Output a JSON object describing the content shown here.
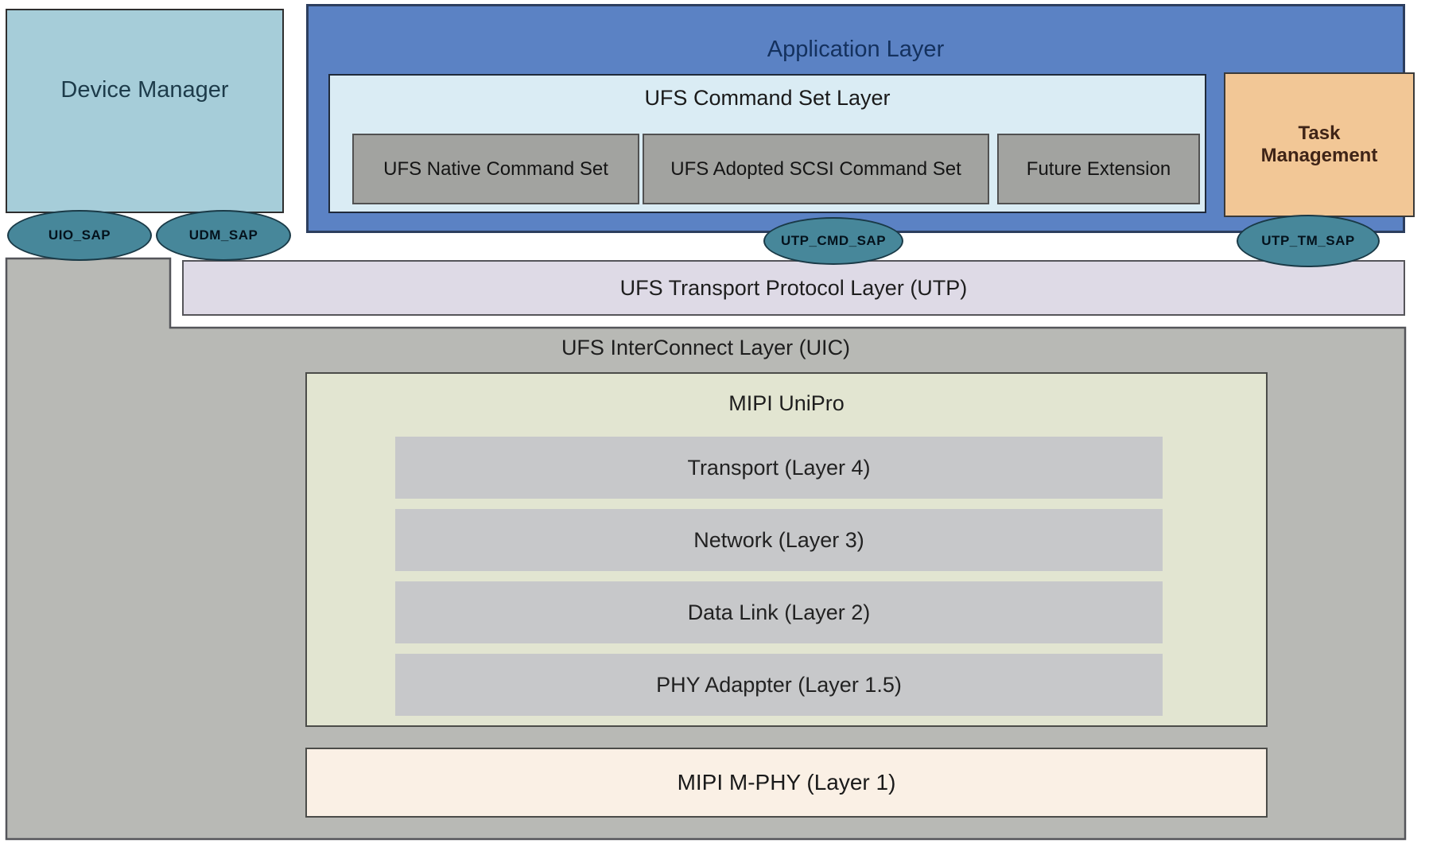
{
  "colors": {
    "device_manager_fill": "#a6cdd9",
    "application_layer_fill": "#5b82c4",
    "command_set_layer_fill": "#daecf4",
    "command_box_fill": "#a2a3a0",
    "task_management_fill": "#f2c796",
    "sap_ellipse_fill": "#47879a",
    "utp_fill": "#dedae6",
    "uic_fill": "#b8b9b5",
    "unipro_fill": "#e2e5d1",
    "unipro_row_fill": "#c7c8ca",
    "mphy_fill": "#faf0e5"
  },
  "device_manager": {
    "label": "Device Manager"
  },
  "application_layer": {
    "label": "Application Layer"
  },
  "command_set_layer": {
    "label": "UFS Command Set Layer"
  },
  "command_sets": [
    {
      "label": "UFS Native Command Set"
    },
    {
      "label": "UFS Adopted SCSI Command Set"
    },
    {
      "label": "Future Extension"
    }
  ],
  "task_management": {
    "label": "Task Management"
  },
  "saps": [
    {
      "label": "UIO_SAP"
    },
    {
      "label": "UDM_SAP"
    },
    {
      "label": "UTP_CMD_SAP"
    },
    {
      "label": "UTP_TM_SAP"
    }
  ],
  "utp": {
    "label": "UFS Transport Protocol Layer (UTP)"
  },
  "uic": {
    "label": "UFS InterConnect Layer (UIC)"
  },
  "unipro": {
    "label": "MIPI UniPro",
    "layers": [
      {
        "label": "Transport (Layer 4)"
      },
      {
        "label": "Network (Layer 3)"
      },
      {
        "label": "Data Link (Layer 2)"
      },
      {
        "label": "PHY Adappter (Layer 1.5)"
      }
    ]
  },
  "mphy": {
    "label": "MIPI M-PHY (Layer 1)"
  }
}
